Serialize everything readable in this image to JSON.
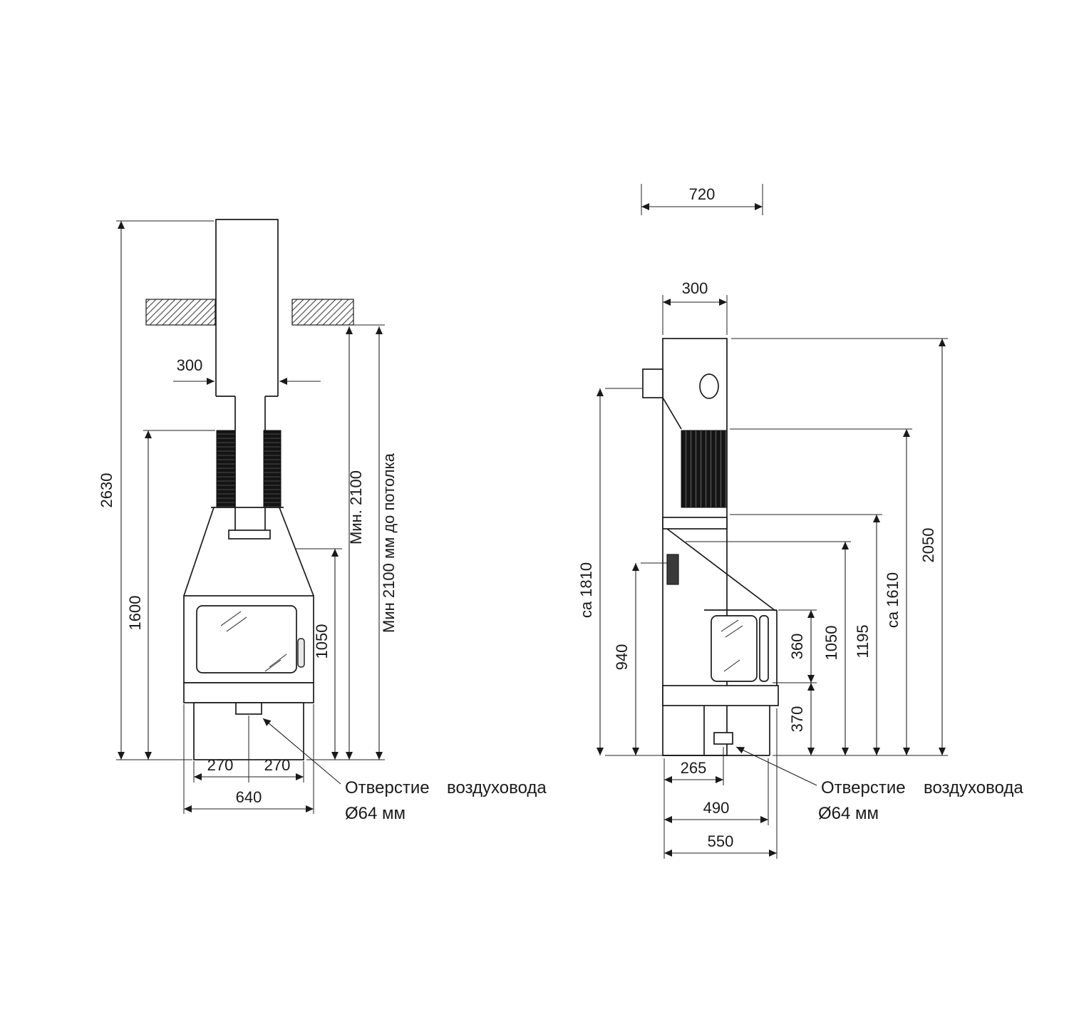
{
  "front_view": {
    "dim_total_height": "2630",
    "dim_inner_height": "1600",
    "dim_pipe_width": "300",
    "dim_min_ceiling": "Мин. 2100",
    "dim_min_ceiling_note": "Мин 2100 мм до потолка",
    "dim_firebox_top": "1050",
    "dim_base_half_left": "270",
    "dim_base_half_right": "270",
    "dim_total_width": "640",
    "note_word1": "Отверстие",
    "note_word2": "воздуховода",
    "note_dia": "Ø64 мм"
  },
  "side_view": {
    "dim_top_clearance": "720",
    "dim_flue_depth": "300",
    "dim_outlet_height": "са 1810",
    "dim_handle_height": "940",
    "dim_total_height": "2050",
    "dim_shield_top_height": "са 1610",
    "dim_hood_height": "1195",
    "dim_firebox_height": "1050",
    "dim_glass_height": "360",
    "dim_plinth_height": "370",
    "dim_air_hole_offset": "265",
    "dim_body_depth": "490",
    "dim_total_depth": "550",
    "note_word1": "Отверстие",
    "note_word2": "воздуховода",
    "note_dia": "Ø64 мм"
  }
}
